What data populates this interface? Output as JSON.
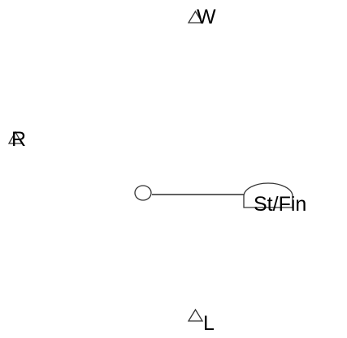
{
  "diagram": {
    "labels": {
      "top": "W",
      "left": "R",
      "right": "St/Fin",
      "bottom": "L"
    },
    "colors": {
      "stroke": "#333333",
      "text": "#000000",
      "background": "#ffffff"
    }
  }
}
